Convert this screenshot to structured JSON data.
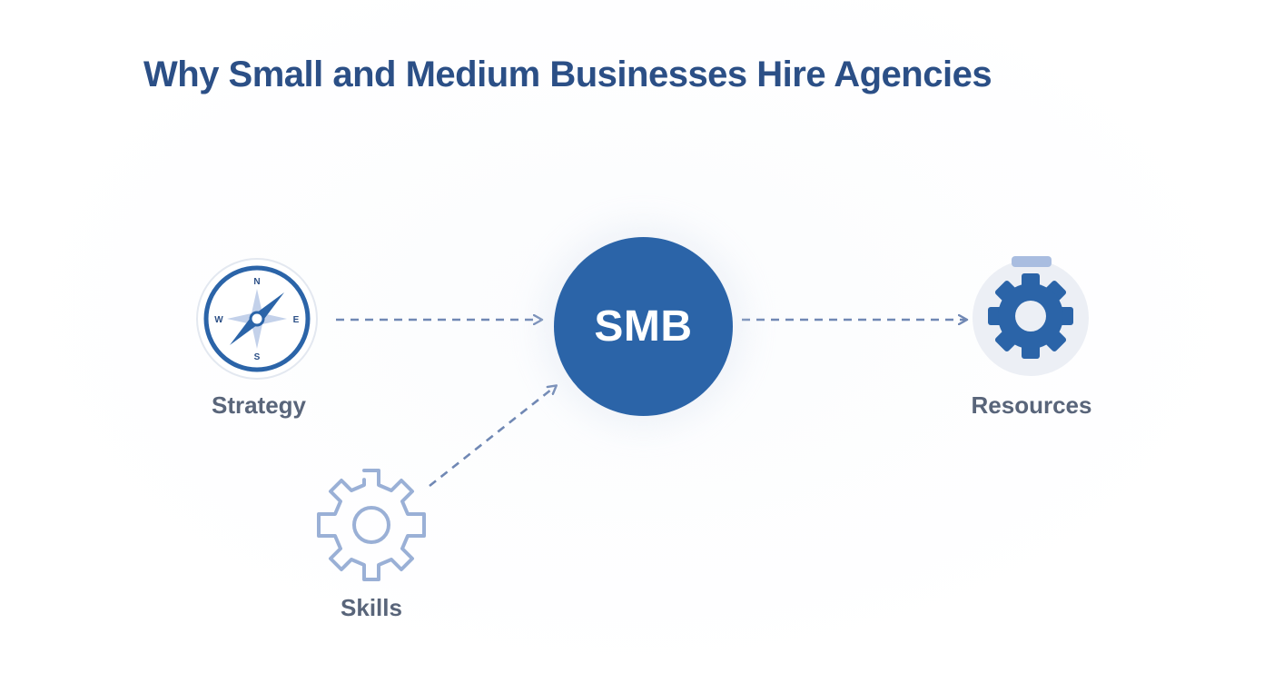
{
  "title": "Why Small and Medium Businesses Hire Agencies",
  "hub": {
    "label": "SMB",
    "color": "#2b64a8"
  },
  "nodes": {
    "strategy": {
      "label": "Strategy",
      "icon": "compass-icon",
      "compass_letters": {
        "n": "N",
        "s": "S",
        "e": "E",
        "w": "W"
      }
    },
    "skills": {
      "label": "Skills",
      "icon": "gear-outline-icon"
    },
    "resources": {
      "label": "Resources",
      "icon": "gear-filled-icon"
    }
  },
  "colors": {
    "title": "#2b4f86",
    "accent": "#2b64a8",
    "label": "#59657a",
    "arrow": "#7088b4",
    "gear_outline": "#9ab0d6"
  }
}
